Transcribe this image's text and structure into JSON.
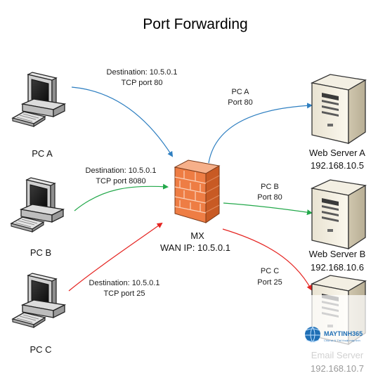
{
  "title": "Port Forwarding",
  "colors": {
    "blue": "#2e7fc1",
    "green": "#22a84a",
    "red": "#e52421",
    "firewall": "#e8743b"
  },
  "pcs": [
    {
      "name": "PC A",
      "dest_line1": "Destination: 10.5.0.1",
      "dest_line2": "TCP port 80"
    },
    {
      "name": "PC B",
      "dest_line1": "Destination: 10.5.0.1",
      "dest_line2": "TCP port 8080"
    },
    {
      "name": "PC C",
      "dest_line1": "Destination: 10.5.0.1",
      "dest_line2": "TCP port 25"
    }
  ],
  "mx": {
    "name": "MX",
    "wan": "WAN IP: 10.5.0.1"
  },
  "forwards": [
    {
      "line1": "PC A",
      "line2": "Port 80"
    },
    {
      "line1": "PC B",
      "line2": "Port 80"
    },
    {
      "line1": "PC C",
      "line2": "Port 25"
    }
  ],
  "servers": [
    {
      "name": "Web Server A",
      "ip": "192.168.10.5"
    },
    {
      "name": "Web Server B",
      "ip": "192.168.10.6"
    },
    {
      "name": "Email Server",
      "ip": "192.168.10.7"
    }
  ],
  "watermark": {
    "brand": "MAYTINH365",
    "tagline": "Chia sẻ & Thủ thuật máy tính"
  }
}
